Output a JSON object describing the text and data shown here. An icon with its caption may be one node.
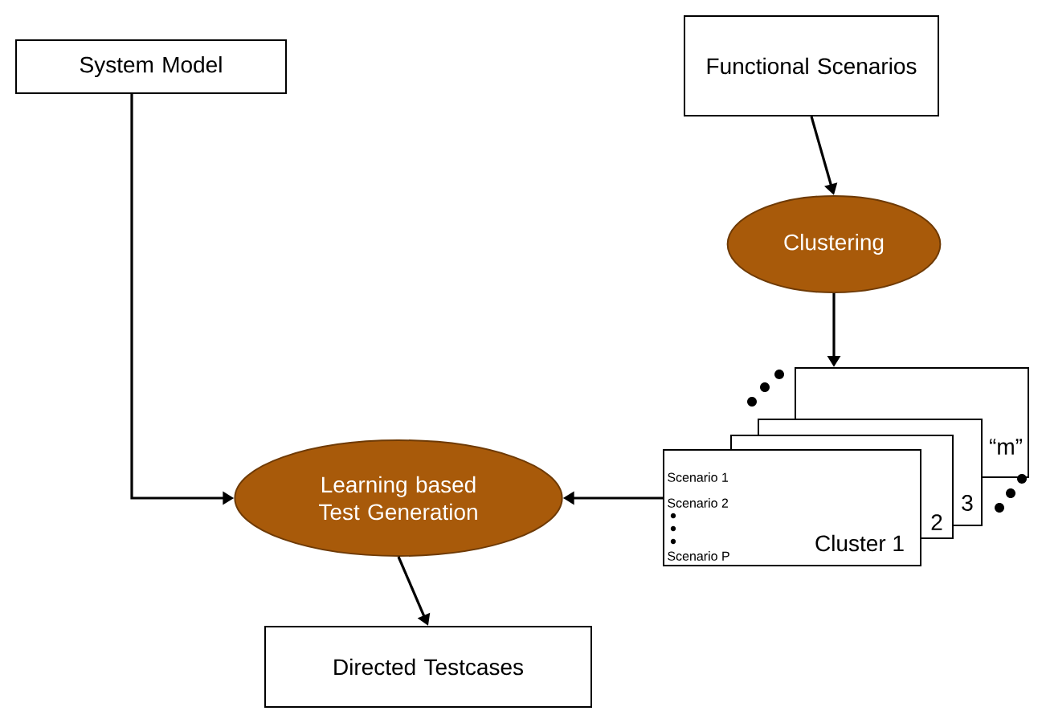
{
  "diagram": {
    "nodes": [
      {
        "text": [
          "System Model"
        ]
      },
      {
        "text": [
          "Functional Scenarios"
        ]
      },
      {
        "text": [
          "Clustering"
        ]
      },
      {
        "text": [
          "“m”"
        ]
      },
      {
        "text": [
          "3"
        ]
      },
      {
        "text": [
          "2"
        ]
      },
      {
        "text": [
          "Scenario 1",
          "Scenario 2",
          "Scenario P",
          "Cluster 1"
        ]
      },
      {
        "text": [
          "Learning based Test Generation"
        ]
      },
      {
        "text": [
          "Directed Testcases"
        ]
      }
    ],
    "edges": [
      {
        "from": 1,
        "to": 2,
        "arrow": "to"
      },
      {
        "from": 2,
        "to": 3,
        "arrow": "to"
      },
      {
        "from": 0,
        "to": 7,
        "arrow": "to"
      },
      {
        "from": 6,
        "to": 7,
        "arrow": "to"
      },
      {
        "from": 7,
        "to": 8,
        "arrow": "to"
      }
    ]
  }
}
